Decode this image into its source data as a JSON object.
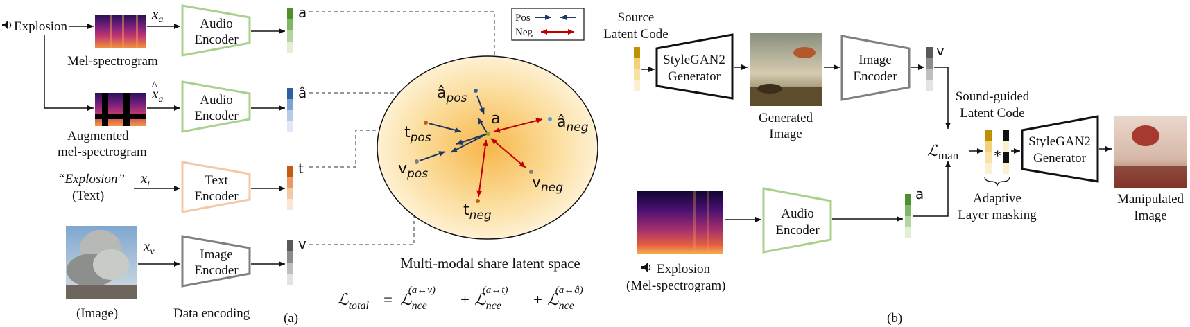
{
  "left": {
    "explosion_label": "Explosion",
    "speaker_icon": "speaker-icon",
    "mel_label": "Mel-spectrogram",
    "aug_label_1": "Augmented",
    "aug_label_2": "mel-spectrogram",
    "text_input": "“Explosion”",
    "text_caption": "(Text)",
    "image_caption": "(Image)",
    "data_encoding": "Data encoding",
    "panel_label": "(a)",
    "x_a": "x",
    "x_a_sub": "a",
    "x_t": "x",
    "x_t_sub": "t",
    "x_v": "x",
    "x_v_sub": "v",
    "encoders": {
      "audio1": [
        "Audio",
        "Encoder"
      ],
      "audio2": [
        "Audio",
        "Encoder"
      ],
      "text": [
        "Text",
        "Encoder"
      ],
      "image": [
        "Image",
        "Encoder"
      ]
    },
    "embeddings": {
      "a": "a",
      "a_hat": "â",
      "t": "t",
      "v": "v"
    }
  },
  "latent": {
    "title": "Multi-modal share latent space",
    "legend_pos": "Pos",
    "legend_neg": "Neg",
    "center": "a",
    "a_pos": "â",
    "a_pos_sub": "pos",
    "t_pos": "t",
    "t_pos_sub": "pos",
    "v_pos": "v",
    "v_pos_sub": "pos",
    "a_neg": "â",
    "a_neg_sub": "neg",
    "v_neg": "v",
    "v_neg_sub": "neg",
    "t_neg": "t",
    "t_neg_sub": "neg"
  },
  "loss": {
    "lhs": "ℒ",
    "lhs_sub": "total",
    "eq": "=",
    "term": "ℒ",
    "sub": "nce",
    "sup1": "(a↔v)",
    "sup2": "(a↔t)",
    "sup3": "(a↔â)",
    "plus": "+"
  },
  "right": {
    "source_1": "Source",
    "source_2": "Latent Code",
    "gen1": [
      "StyleGAN2",
      "Generator"
    ],
    "generated_1": "Generated",
    "generated_2": "Image",
    "img_enc": [
      "Image",
      "Encoder"
    ],
    "v_label": "v",
    "sound_1": "Sound-guided",
    "sound_2": "Latent Code",
    "l_man": "ℒ",
    "l_man_sub": "man",
    "star": "*",
    "gen2": [
      "StyleGAN2",
      "Generator"
    ],
    "adaptive_1": "Adaptive",
    "adaptive_2": "Layer masking",
    "manip_1": "Manipulated",
    "manip_2": "Image",
    "audio_enc": [
      "Audio",
      "Encoder"
    ],
    "a_label": "a",
    "explosion": "Explosion",
    "mel_caption": "(Mel-spectrogram)",
    "panel_label": "(b)"
  },
  "colors": {
    "audio_enc": "#a9d18e",
    "text_enc": "#f4c7a6",
    "image_enc": "#7f7f7f",
    "pos_arrow": "#1f3864",
    "neg_arrow": "#c00000"
  }
}
